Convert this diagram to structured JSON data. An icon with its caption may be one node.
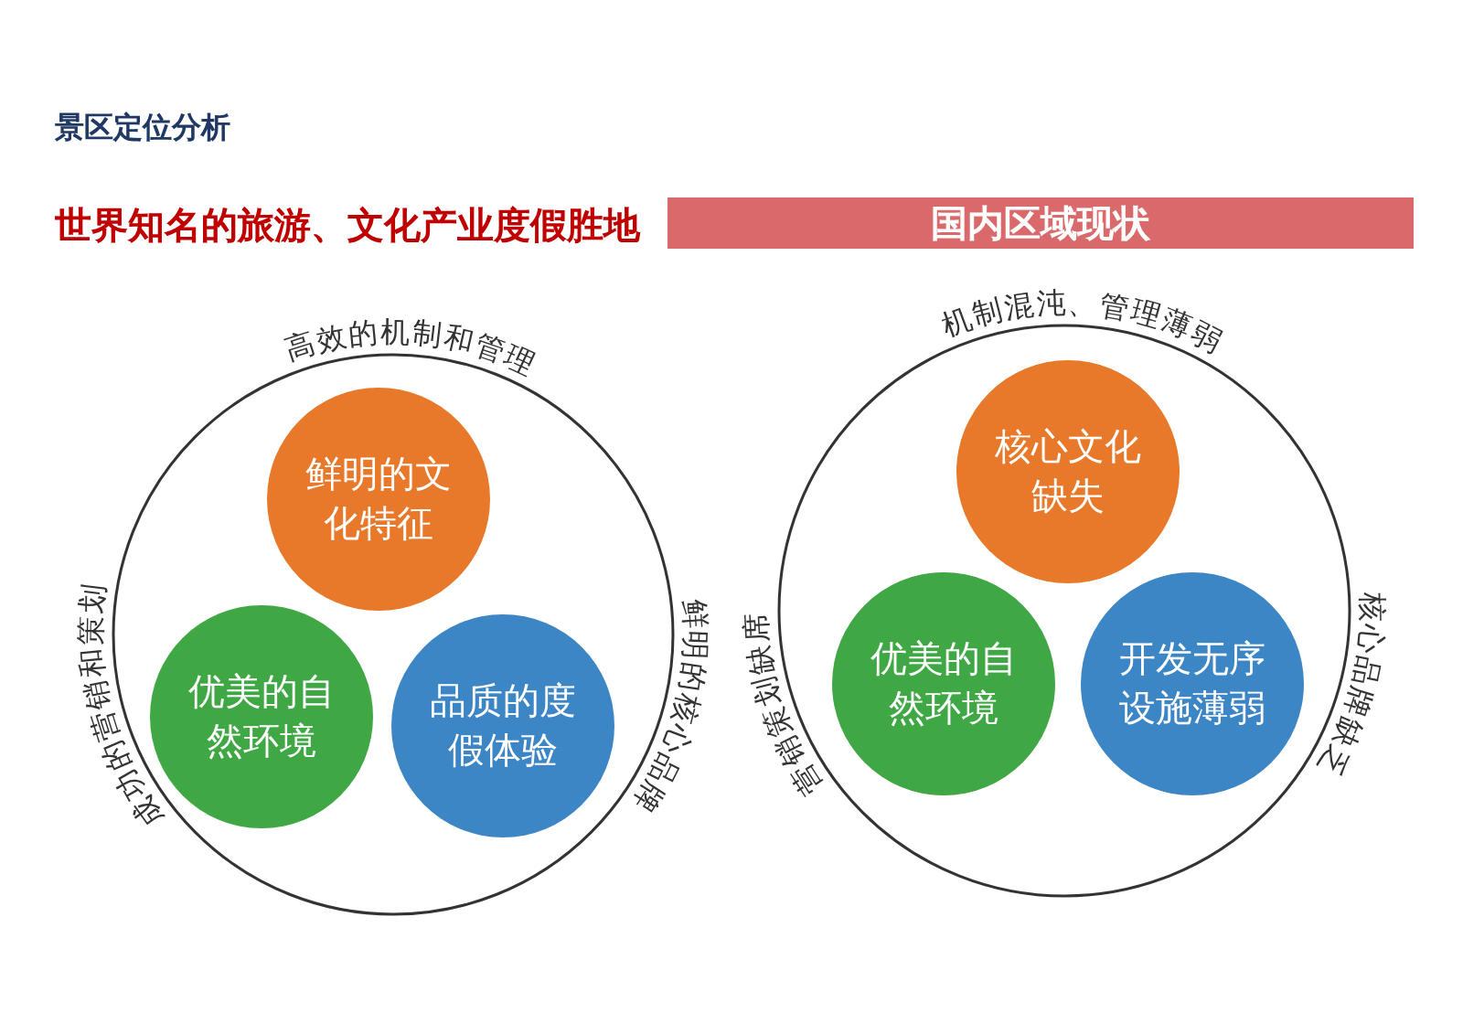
{
  "diagram": {
    "title": "景区定位分析",
    "nodes": [
      {
        "text": [
          "国内区域现状"
        ]
      },
      {
        "text": [
          "高效的机制和管理",
          "成功的营销和策划",
          "鲜明的核心品牌"
        ]
      },
      {
        "text": [
          "鲜明的文化特征"
        ],
        "in": 1
      },
      {
        "text": [
          "优美的自然环境"
        ],
        "in": 1
      },
      {
        "text": [
          "品质的度假体验"
        ],
        "in": 1
      },
      {
        "text": [
          "机制混沌、管理薄弱",
          "营销策划缺席",
          "核心品牌缺乏"
        ]
      },
      {
        "text": [
          "核心文化缺失"
        ],
        "in": 5
      },
      {
        "text": [
          "优美的自然环境"
        ],
        "in": 5
      },
      {
        "text": [
          "开发无序设施薄弱"
        ],
        "in": 5
      }
    ],
    "edges": [],
    "labels": [
      "世界知名的旅游、文化产业度假胜地"
    ]
  }
}
